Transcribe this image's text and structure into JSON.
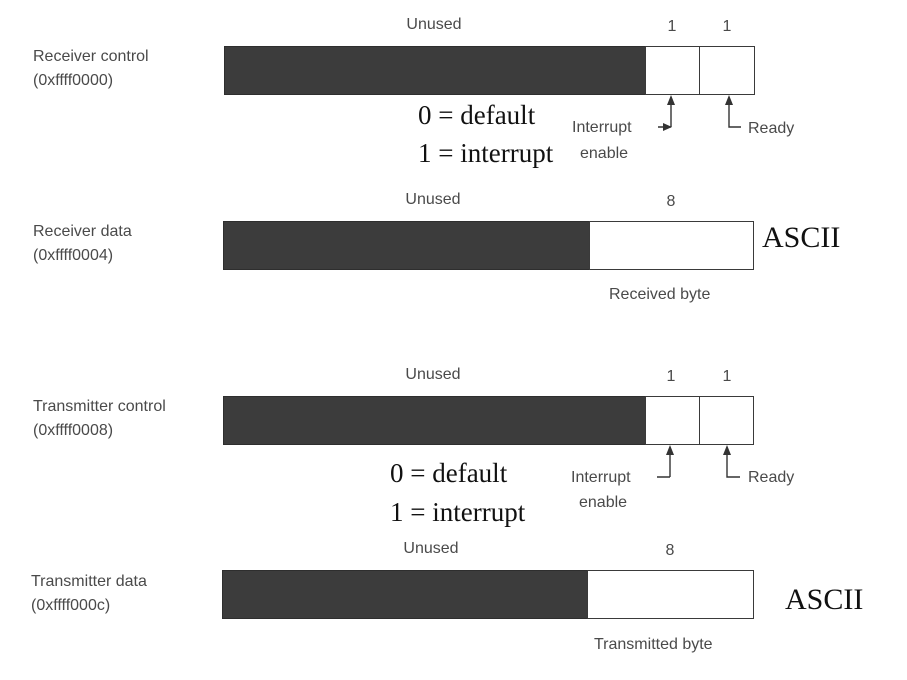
{
  "registers": [
    {
      "name": "Receiver control",
      "address": "(0xffff0000)",
      "unused_label": "Unused",
      "bit_labels": [
        "1",
        "1"
      ],
      "field_labels": {
        "interrupt": [
          "Interrupt",
          "enable"
        ],
        "ready": "Ready"
      },
      "note": [
        "0 = default",
        "1 = interrupt"
      ]
    },
    {
      "name": "Receiver data",
      "address": "(0xffff0004)",
      "unused_label": "Unused",
      "width_label": "8",
      "byte_label": "Received byte",
      "encoding": "ASCII"
    },
    {
      "name": "Transmitter control",
      "address": "(0xffff0008)",
      "unused_label": "Unused",
      "bit_labels": [
        "1",
        "1"
      ],
      "field_labels": {
        "interrupt": [
          "Interrupt",
          "enable"
        ],
        "ready": "Ready"
      },
      "note": [
        "0 = default",
        "1 = interrupt"
      ]
    },
    {
      "name": "Transmitter data",
      "address": "(0xffff000c)",
      "unused_label": "Unused",
      "width_label": "8",
      "byte_label": "Transmitted byte",
      "encoding": "ASCII"
    }
  ]
}
